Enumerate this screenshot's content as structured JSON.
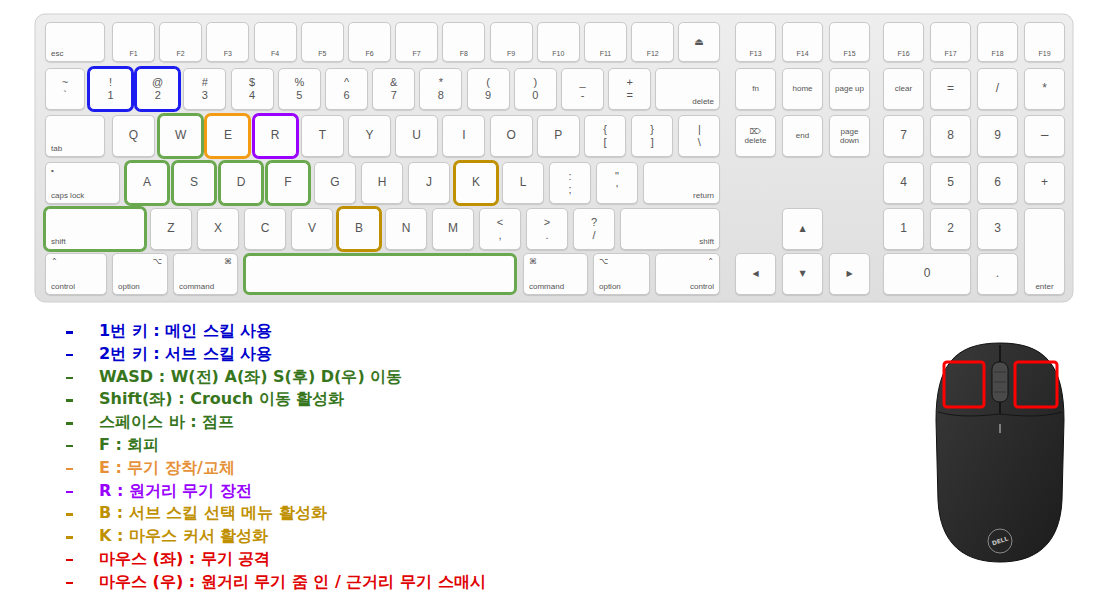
{
  "diagram": {
    "nodes": [
      {
        "text": [
          "esc"
        ]
      },
      {
        "text": [
          "F1"
        ]
      },
      {
        "text": [
          "F2"
        ]
      },
      {
        "text": [
          "F3"
        ]
      },
      {
        "text": [
          "F4"
        ]
      },
      {
        "text": [
          "F5"
        ]
      },
      {
        "text": [
          "F6"
        ]
      },
      {
        "text": [
          "F7"
        ]
      },
      {
        "text": [
          "F8"
        ]
      },
      {
        "text": [
          "F9"
        ]
      },
      {
        "text": [
          "F10"
        ]
      },
      {
        "text": [
          "F11"
        ]
      },
      {
        "text": [
          "F12"
        ]
      },
      {
        "text": [
          "⏏"
        ]
      },
      {
        "text": [
          "F13"
        ]
      },
      {
        "text": [
          "F14"
        ]
      },
      {
        "text": [
          "F15"
        ]
      },
      {
        "text": [
          "F16"
        ]
      },
      {
        "text": [
          "F17"
        ]
      },
      {
        "text": [
          "F18"
        ]
      },
      {
        "text": [
          "F19"
        ]
      },
      {
        "text": [
          "~",
          "`"
        ]
      },
      {
        "text": [
          "!",
          "1"
        ]
      },
      {
        "text": [
          "@",
          "2"
        ]
      },
      {
        "text": [
          "#",
          "3"
        ]
      },
      {
        "text": [
          "$",
          "4"
        ]
      },
      {
        "text": [
          "%",
          "5"
        ]
      },
      {
        "text": [
          "^",
          "6"
        ]
      },
      {
        "text": [
          "&",
          "7"
        ]
      },
      {
        "text": [
          "*",
          "8"
        ]
      },
      {
        "text": [
          "(",
          "9"
        ]
      },
      {
        "text": [
          ")",
          "0"
        ]
      },
      {
        "text": [
          "_",
          "-"
        ]
      },
      {
        "text": [
          "+",
          "="
        ]
      },
      {
        "text": [
          "delete"
        ]
      },
      {
        "text": [
          "fn"
        ]
      },
      {
        "text": [
          "home"
        ]
      },
      {
        "text": [
          "page up"
        ]
      },
      {
        "text": [
          "clear"
        ]
      },
      {
        "text": [
          "="
        ]
      },
      {
        "text": [
          "/"
        ]
      },
      {
        "text": [
          "*"
        ]
      },
      {
        "text": [
          "tab"
        ]
      },
      {
        "text": [
          "Q"
        ]
      },
      {
        "text": [
          "W"
        ]
      },
      {
        "text": [
          "E"
        ]
      },
      {
        "text": [
          "R"
        ]
      },
      {
        "text": [
          "T"
        ]
      },
      {
        "text": [
          "Y"
        ]
      },
      {
        "text": [
          "U"
        ]
      },
      {
        "text": [
          "I"
        ]
      },
      {
        "text": [
          "O"
        ]
      },
      {
        "text": [
          "P"
        ]
      },
      {
        "text": [
          "{",
          "["
        ]
      },
      {
        "text": [
          "}",
          "]"
        ]
      },
      {
        "text": [
          "|",
          "\\"
        ]
      },
      {
        "text": [
          "⌦",
          "delete"
        ]
      },
      {
        "text": [
          "end"
        ]
      },
      {
        "text": [
          "page down"
        ]
      },
      {
        "text": [
          "7"
        ]
      },
      {
        "text": [
          "8"
        ]
      },
      {
        "text": [
          "9"
        ]
      },
      {
        "text": [
          "−"
        ]
      },
      {
        "text": [
          "•",
          "caps lock"
        ]
      },
      {
        "text": [
          "A"
        ]
      },
      {
        "text": [
          "S"
        ]
      },
      {
        "text": [
          "D"
        ]
      },
      {
        "text": [
          "F"
        ]
      },
      {
        "text": [
          "G"
        ]
      },
      {
        "text": [
          "H"
        ]
      },
      {
        "text": [
          "J"
        ]
      },
      {
        "text": [
          "K"
        ]
      },
      {
        "text": [
          "L"
        ]
      },
      {
        "text": [
          ":",
          ";"
        ]
      },
      {
        "text": [
          "\"",
          "'"
        ]
      },
      {
        "text": [
          "return"
        ]
      },
      {
        "text": [
          "4"
        ]
      },
      {
        "text": [
          "5"
        ]
      },
      {
        "text": [
          "6"
        ]
      },
      {
        "text": [
          "+"
        ]
      },
      {
        "text": [
          "shift"
        ]
      },
      {
        "text": [
          "Z"
        ]
      },
      {
        "text": [
          "X"
        ]
      },
      {
        "text": [
          "C"
        ]
      },
      {
        "text": [
          "V"
        ]
      },
      {
        "text": [
          "B"
        ]
      },
      {
        "text": [
          "N"
        ]
      },
      {
        "text": [
          "M"
        ]
      },
      {
        "text": [
          "<",
          ","
        ]
      },
      {
        "text": [
          ">",
          "."
        ]
      },
      {
        "text": [
          "?",
          "/"
        ]
      },
      {
        "text": [
          "shift"
        ]
      },
      {
        "text": [
          "▲"
        ]
      },
      {
        "text": [
          "1"
        ]
      },
      {
        "text": [
          "2"
        ]
      },
      {
        "text": [
          "3"
        ]
      },
      {
        "text": [
          "enter"
        ]
      },
      {
        "text": [
          "⌃",
          "control"
        ]
      },
      {
        "text": [
          "⌥",
          "option"
        ]
      },
      {
        "text": [
          "⌘",
          "command"
        ]
      },
      {
        "text": [
          "⌘",
          "command"
        ]
      },
      {
        "text": [
          "⌥",
          "option"
        ]
      },
      {
        "text": [
          "⌃",
          "control"
        ]
      },
      {
        "text": [
          "◀"
        ]
      },
      {
        "text": [
          "▼"
        ]
      },
      {
        "text": [
          "▶"
        ]
      },
      {
        "text": [
          "0"
        ]
      },
      {
        "text": [
          "."
        ]
      }
    ],
    "labels": [
      "DELL"
    ],
    "legend": [
      {
        "text": "1번 키 : 메인 스킬 사용",
        "color": "#0000cc"
      },
      {
        "text": "2번 키 : 서브 스킬 사용",
        "color": "#0000cc"
      },
      {
        "text": "WASD : W(전) A(좌) S(후) D(우) 이동",
        "color": "#38761d"
      },
      {
        "text": "Shift(좌) : Crouch 이동 활성화",
        "color": "#38761d"
      },
      {
        "text": "스페이스 바 : 점프",
        "color": "#38761d"
      },
      {
        "text": "F : 회피",
        "color": "#38761d"
      },
      {
        "text": "E : 무기 장착/교체",
        "color": "#e69138"
      },
      {
        "text": "R : 원거리 무기 장전",
        "color": "#9900ff"
      },
      {
        "text": "B : 서브 스킬 선택 메뉴 활성화",
        "color": "#bf9000"
      },
      {
        "text": "K : 마우스 커서 활성화",
        "color": "#bf9000"
      },
      {
        "text": "마우스 (좌) : 무기 공격",
        "color": "#e00000"
      },
      {
        "text": "마우스 (우) : 원거리 무기 줌 인 / 근거리 무기 스매시",
        "color": "#e00000"
      }
    ]
  }
}
